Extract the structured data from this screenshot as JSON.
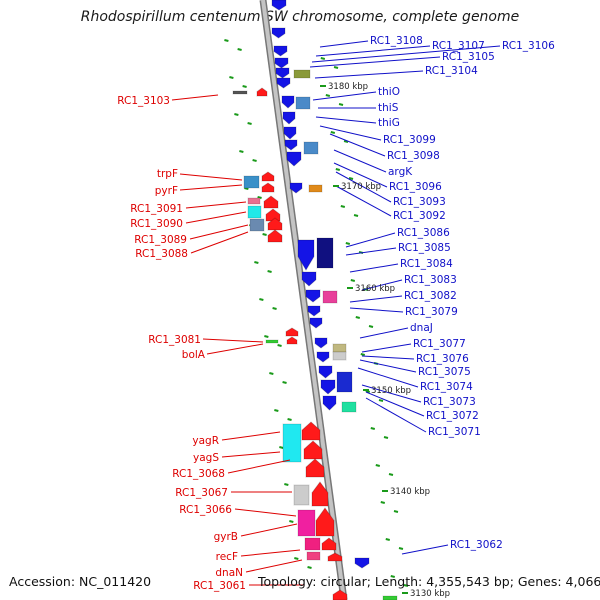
{
  "title": "Rhodospirillum centenum SW chromosome, complete genome",
  "accession": "Accession: NC_011420",
  "summary": "Topology: circular; Length: 4,355,543 bp; Genes: 4,066",
  "colors": {
    "backbone": "#999999",
    "left_label": "#dd0000",
    "right_label": "#1010c8",
    "green_ticks": "#1a9a1a",
    "reverse_strand": "#ff1a1a",
    "forward_strand": "#1414e6"
  },
  "scale_marks": [
    {
      "label": "3180 kbp"
    },
    {
      "label": "3170 kbp"
    },
    {
      "label": "3160 kbp"
    },
    {
      "label": "3150 kbp"
    },
    {
      "label": "3140 kbp"
    },
    {
      "label": "3130 kbp"
    }
  ],
  "left_labels": [
    "RC1_3103",
    "trpF",
    "pyrF",
    "RC1_3091",
    "RC1_3090",
    "RC1_3089",
    "RC1_3088",
    "RC1_3081",
    "bolA",
    "yagR",
    "yagS",
    "RC1_3068",
    "RC1_3067",
    "RC1_3066",
    "gyrB",
    "recF",
    "dnaN",
    "RC1_3061"
  ],
  "right_labels": [
    "RC1_3108",
    "RC1_3107",
    "RC1_3106",
    "RC1_3105",
    "RC1_3104",
    "thiO",
    "thiS",
    "thiG",
    "RC1_3099",
    "RC1_3098",
    "argK",
    "RC1_3096",
    "RC1_3093",
    "RC1_3092",
    "RC1_3086",
    "RC1_3085",
    "RC1_3084",
    "RC1_3083",
    "RC1_3082",
    "RC1_3079",
    "dnaJ",
    "RC1_3077",
    "RC1_3076",
    "RC1_3075",
    "RC1_3074",
    "RC1_3073",
    "RC1_3072",
    "RC1_3071",
    "RC1_3062"
  ]
}
